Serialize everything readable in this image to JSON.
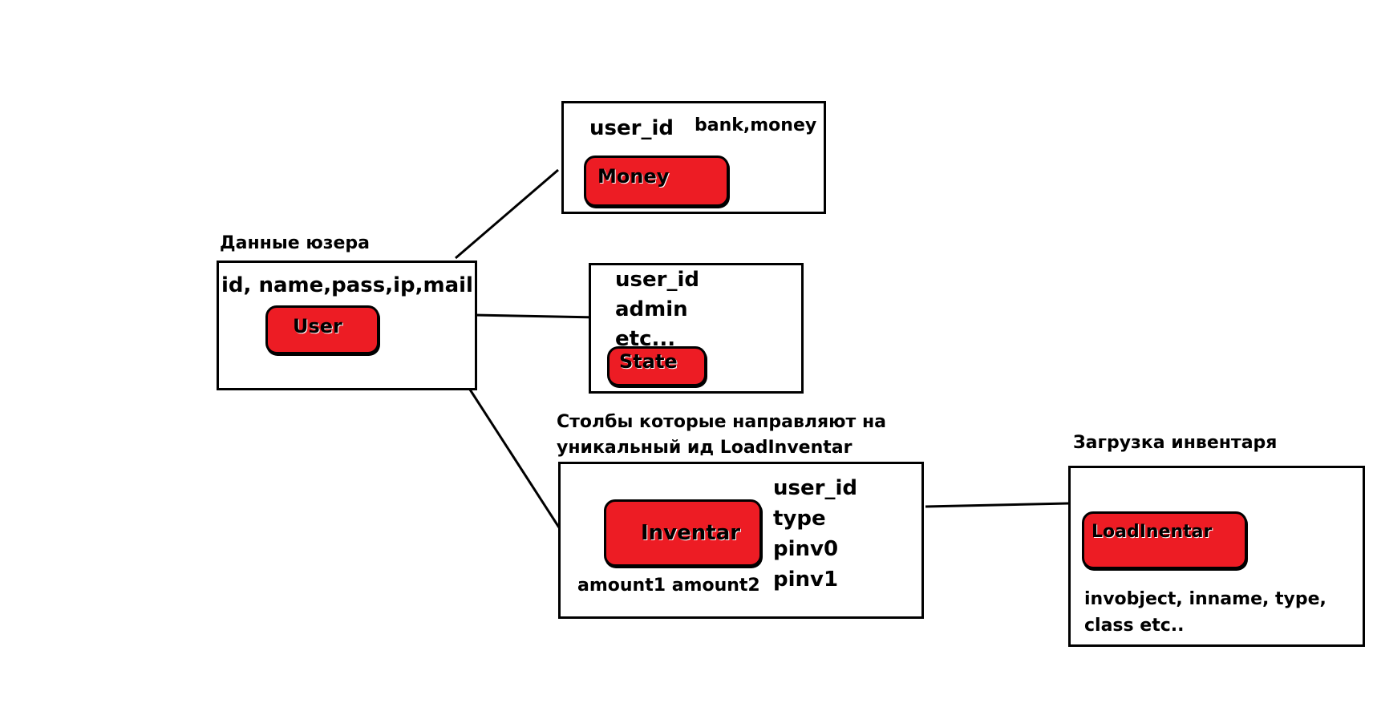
{
  "colors": {
    "entity_fill": "#ed1c24",
    "stroke": "#000000",
    "background": "#ffffff"
  },
  "user": {
    "caption": "Данные юзера",
    "fields": "id, name,pass,ip,mail",
    "entity": "User"
  },
  "money": {
    "field_user_id": "user_id",
    "fields": "bank,money",
    "entity": "Money"
  },
  "state": {
    "lines": [
      "user_id",
      "admin",
      "etc..."
    ],
    "entity": "State"
  },
  "inventar": {
    "caption_line1": "Столбы которые направляют на",
    "caption_line2": "уникальный ид LoadInventar",
    "entity": "Inventar",
    "amounts": "amount1 amount2",
    "fields": [
      "user_id",
      "type",
      "pinv0",
      "pinv1"
    ]
  },
  "load": {
    "caption": "Загрузка инвентаря",
    "entity": "LoadInentar",
    "fields_line1": "invobject, inname, type,",
    "fields_line2": "class etc.."
  }
}
